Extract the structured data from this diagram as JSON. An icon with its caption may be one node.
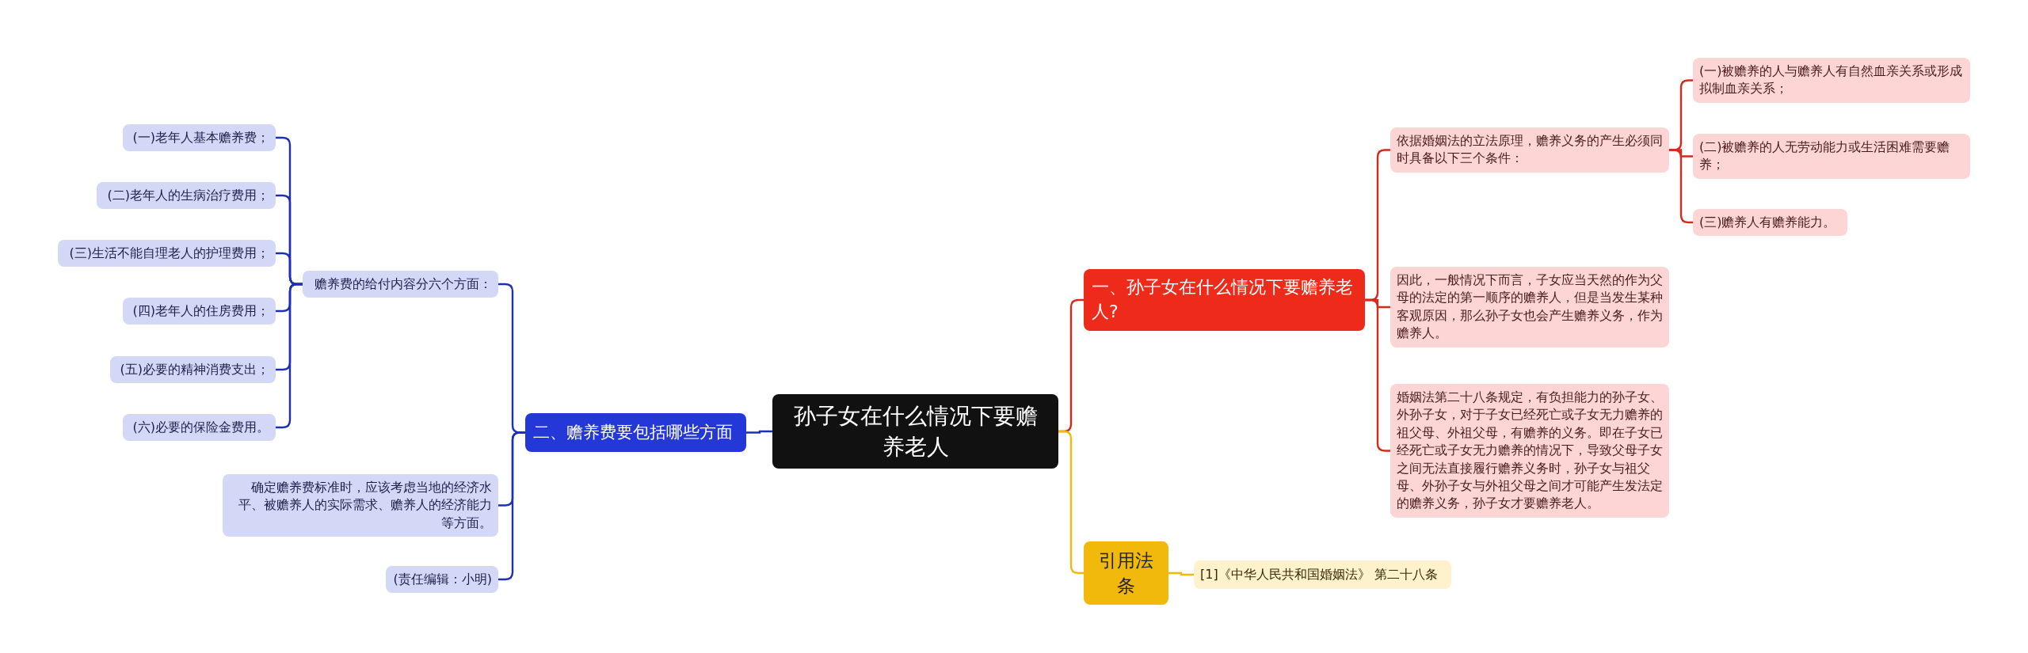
{
  "diagram": {
    "nodes": [
      {
        "text": [
          "孙子女在什么情况下要赡养老人"
        ]
      },
      {
        "text": [
          "一、孙子女在什么情况下要赡养老人?"
        ]
      },
      {
        "text": [
          "依据婚姻法的立法原理，赡养义务的产生必须同时具备以下三个条件："
        ]
      },
      {
        "text": [
          "(一)被赡养的人与赡养人有自然血亲关系或形成拟制血亲关系；"
        ]
      },
      {
        "text": [
          "(二)被赡养的人无劳动能力或生活困难需要赡养；"
        ]
      },
      {
        "text": [
          "(三)赡养人有赡养能力。"
        ]
      },
      {
        "text": [
          "因此，一般情况下而言，子女应当天然的作为父母的法定的第一顺序的赡养人，但是当发生某种客观原因，那么孙子女也会产生赡养义务，作为赡养人。"
        ]
      },
      {
        "text": [
          "婚姻法第二十八条规定，有负担能力的孙子女、外孙子女，对于子女已经死亡或子女无力赡养的祖父母、外祖父母，有赡养的义务。即在子女已经死亡或子女无力赡养的情况下，导致父母子女之间无法直接履行赡养义务时，孙子女与祖父母、外孙子女与外祖父母之间才可能产生发法定的赡养义务，孙子女才要赡养老人。"
        ]
      },
      {
        "text": [
          "引用法条"
        ]
      },
      {
        "text": [
          "[1]《中华人民共和国婚姻法》 第二十八条"
        ]
      },
      {
        "text": [
          "二、赡养费要包括哪些方面"
        ]
      },
      {
        "text": [
          "赡养费的给付内容分六个方面："
        ]
      },
      {
        "text": [
          "(一)老年人基本赡养费；"
        ]
      },
      {
        "text": [
          "(二)老年人的生病治疗费用；"
        ]
      },
      {
        "text": [
          "(三)生活不能自理老人的护理费用；"
        ]
      },
      {
        "text": [
          "(四)老年人的住房费用；"
        ]
      },
      {
        "text": [
          "(五)必要的精神消费支出；"
        ]
      },
      {
        "text": [
          "(六)必要的保险金费用。"
        ]
      },
      {
        "text": [
          "确定赡养费标准时，应该考虑当地的经济水平、被赡养人的实际需求、赡养人的经济能力等方面。"
        ]
      },
      {
        "text": [
          "(责任编辑：小明)"
        ]
      }
    ],
    "edges": [
      {
        "from": 0,
        "to": 1,
        "arrow": "none",
        "color": "#d42a1c"
      },
      {
        "from": 1,
        "to": 2,
        "arrow": "none",
        "color": "#d42a1c"
      },
      {
        "from": 2,
        "to": 3,
        "arrow": "none",
        "color": "#d42a1c"
      },
      {
        "from": 2,
        "to": 4,
        "arrow": "none",
        "color": "#d42a1c"
      },
      {
        "from": 2,
        "to": 5,
        "arrow": "none",
        "color": "#d42a1c"
      },
      {
        "from": 1,
        "to": 6,
        "arrow": "none",
        "color": "#d42a1c"
      },
      {
        "from": 1,
        "to": 7,
        "arrow": "none",
        "color": "#d42a1c"
      },
      {
        "from": 0,
        "to": 8,
        "arrow": "none",
        "color": "#f0b90b"
      },
      {
        "from": 8,
        "to": 9,
        "arrow": "none",
        "color": "#f0b90b"
      },
      {
        "from": 0,
        "to": 10,
        "arrow": "none"
      },
      {
        "from": 10,
        "to": 11,
        "arrow": "none"
      },
      {
        "from": 11,
        "to": 12,
        "arrow": "none"
      },
      {
        "from": 11,
        "to": 13,
        "arrow": "none"
      },
      {
        "from": 11,
        "to": 14,
        "arrow": "none"
      },
      {
        "from": 11,
        "to": 15,
        "arrow": "none"
      },
      {
        "from": 11,
        "to": 16,
        "arrow": "none"
      },
      {
        "from": 11,
        "to": 17,
        "arrow": "none"
      },
      {
        "from": 10,
        "to": 18,
        "arrow": "none"
      },
      {
        "from": 10,
        "to": 19,
        "arrow": "none"
      }
    ]
  }
}
